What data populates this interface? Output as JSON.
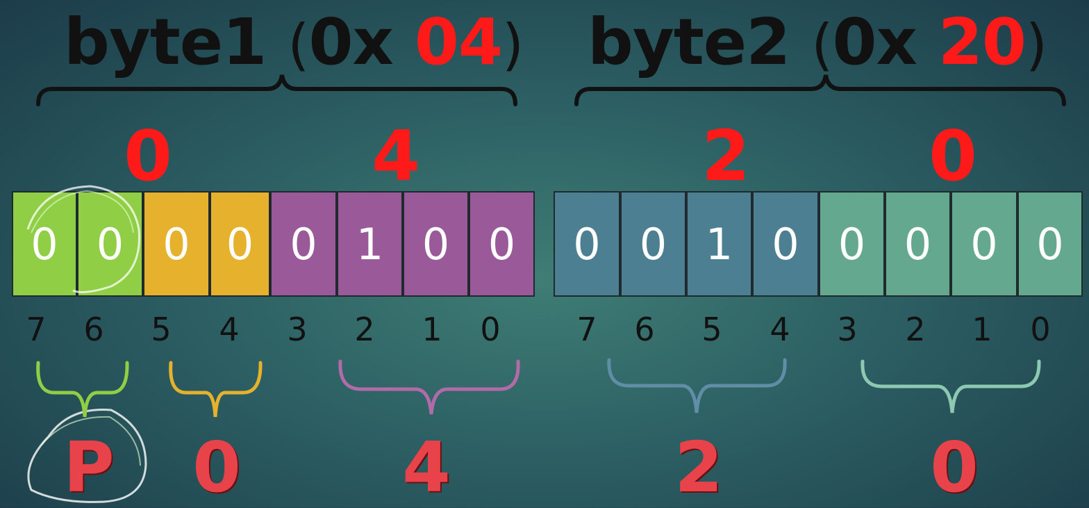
{
  "byte1": {
    "name": "byte1",
    "open_paren": "(",
    "prefix": "0x",
    "hex": "04",
    "close_paren": ")",
    "nibbles": [
      "0",
      "4"
    ],
    "bits": [
      "0",
      "0",
      "0",
      "0",
      "0",
      "1",
      "0",
      "0"
    ],
    "positions": [
      "7",
      "6",
      "5",
      "4",
      "3",
      "2",
      "1",
      "0"
    ],
    "fields": [
      "P",
      "0",
      "4"
    ]
  },
  "byte2": {
    "name": "byte2",
    "open_paren": "(",
    "prefix": "0x",
    "hex": "20",
    "close_paren": ")",
    "nibbles": [
      "2",
      "0"
    ],
    "bits": [
      "0",
      "0",
      "1",
      "0",
      "0",
      "0",
      "0",
      "0"
    ],
    "positions": [
      "7",
      "6",
      "5",
      "4",
      "3",
      "2",
      "1",
      "0"
    ],
    "fields": [
      "2",
      "0"
    ]
  },
  "colors": {
    "hex_red": "#ff1a1a",
    "field_red": "#e8434a",
    "green": "#8fce45",
    "yellow": "#e6b12d",
    "purple": "#9a5a9a",
    "blue": "#4d7f92",
    "teal": "#63a88f"
  }
}
